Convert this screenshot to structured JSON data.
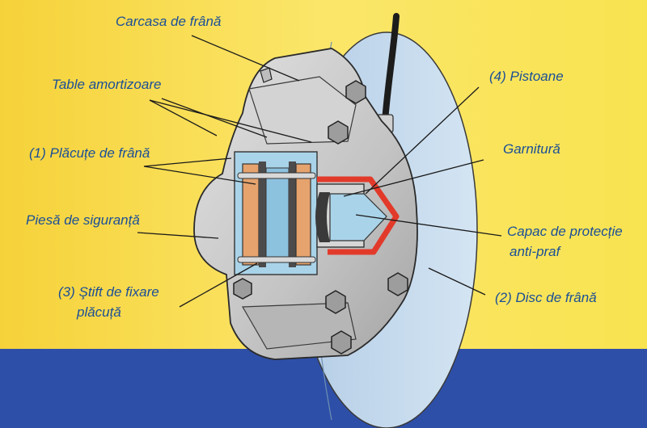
{
  "colors": {
    "background_top": "#f8e046",
    "background_bottom": "#2e4fa8",
    "label_text": "#1b4f96",
    "disc": "#c6dcef",
    "caliper": "#c4c4c4",
    "cover": "#e23a2a"
  },
  "labels": {
    "carcasa": "Carcasa de frână",
    "table": "Table amortizoare",
    "placute": "(1) Plăcuțe de frână",
    "piesa": "Piesă de siguranță",
    "stift_line1": "(3) Ştift de fixare",
    "stift_line2": "plăcuță",
    "pistoane": "(4) Pistoane",
    "garnitura": "Garnitură",
    "capac_line1": "Capac de protecție",
    "capac_line2": "anti-praf",
    "disc": "(2) Disc de frână"
  }
}
